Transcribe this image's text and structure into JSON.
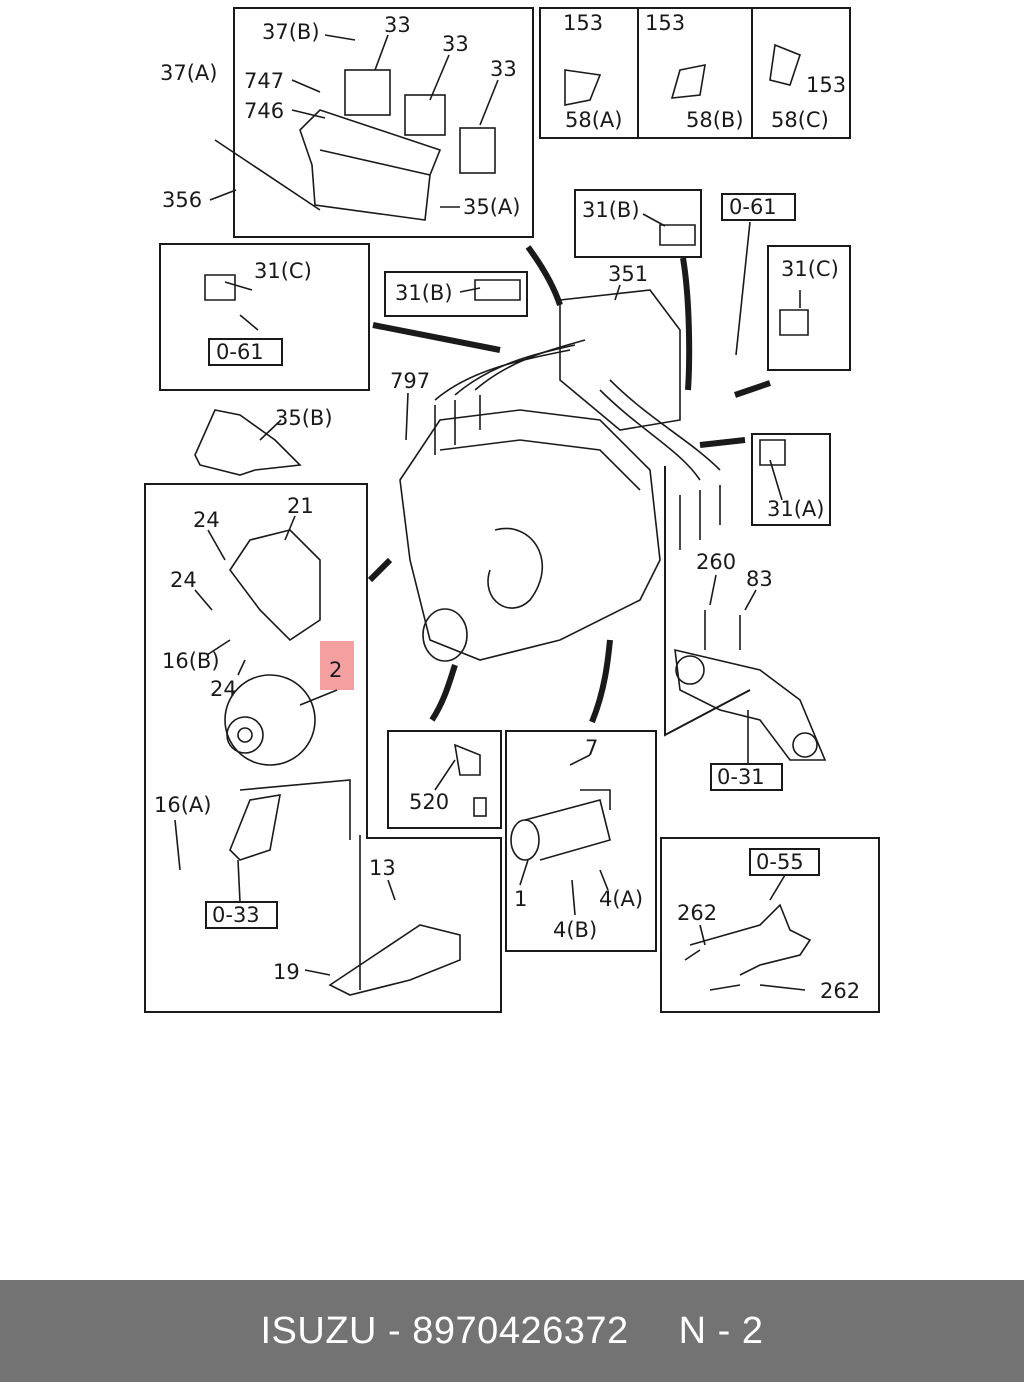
{
  "diagram": {
    "labels": {
      "l37b": "37(B)",
      "l33a": "33",
      "l33b": "33",
      "l33c": "33",
      "l37a": "37(A)",
      "l747": "747",
      "l746": "746",
      "l356": "356",
      "l35a": "35(A)",
      "l153a": "153",
      "l153b": "153",
      "l153c": "153",
      "l58a": "58(A)",
      "l58b": "58(B)",
      "l58c": "58(C)",
      "l31b_box": "31(B)",
      "l061_box": "0-61",
      "l31c_left": "31(C)",
      "l061_left": "0-61",
      "l31b_mid": "31(B)",
      "l351": "351",
      "l31c_right": "31(C)",
      "l797": "797",
      "l35b": "35(B)",
      "l24a": "24",
      "l21": "21",
      "l24b": "24",
      "l16b": "16(B)",
      "l24c": "24",
      "l2": "2",
      "l31a": "31(A)",
      "l260": "260",
      "l83": "83",
      "l031": "0-31",
      "l7": "7",
      "l520": "520",
      "l1": "1",
      "l4a": "4(A)",
      "l4b": "4(B)",
      "l16a": "16(A)",
      "l033": "0-33",
      "l13": "13",
      "l19": "19",
      "l055": "0-55",
      "l262a": "262",
      "l262b": "262"
    },
    "highlight_color": "#f4a0a0",
    "line_color": "#1a1a1a"
  },
  "footer": {
    "brand": "ISUZU",
    "separator": " - ",
    "part_number": "8970426372",
    "page_ref": "N - 2",
    "background": "#737373"
  }
}
